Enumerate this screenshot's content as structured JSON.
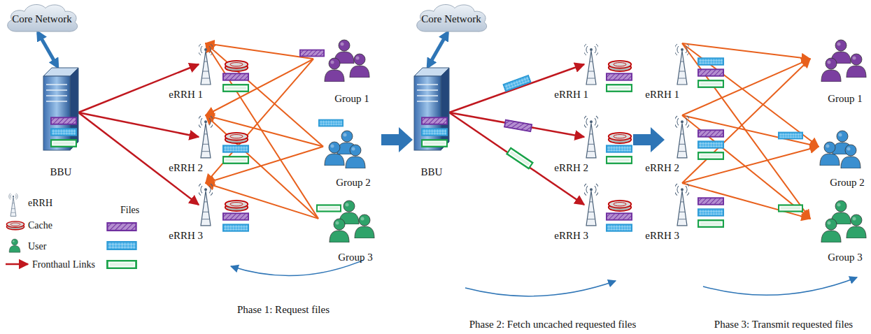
{
  "diagram": {
    "nodes": [
      {
        "text": [
          "Core Network"
        ]
      },
      {
        "text": [
          "BBU"
        ]
      },
      {
        "text": [
          "eRRH 1"
        ]
      },
      {
        "text": [
          "eRRH 2"
        ]
      },
      {
        "text": [
          "eRRH 3"
        ]
      },
      {
        "text": [
          "Group 1"
        ]
      },
      {
        "text": [
          "Group 2"
        ]
      },
      {
        "text": [
          "Group 3"
        ]
      },
      {
        "text": [
          "Core Network"
        ]
      },
      {
        "text": [
          "BBU"
        ]
      },
      {
        "text": [
          "eRRH 1"
        ]
      },
      {
        "text": [
          "eRRH 2"
        ]
      },
      {
        "text": [
          "eRRH 3"
        ]
      },
      {
        "text": [
          "eRRH 1"
        ]
      },
      {
        "text": [
          "eRRH 2"
        ]
      },
      {
        "text": [
          "eRRH 3"
        ]
      },
      {
        "text": [
          "Group 1"
        ]
      },
      {
        "text": [
          "Group 2"
        ]
      },
      {
        "text": [
          "Group 3"
        ]
      }
    ],
    "edges": [
      {
        "from": 0,
        "to": 1,
        "arrow": "both"
      },
      {
        "from": 1,
        "to": 2,
        "arrow": "to"
      },
      {
        "from": 1,
        "to": 3,
        "arrow": "to"
      },
      {
        "from": 1,
        "to": 4,
        "arrow": "to"
      },
      {
        "from": 5,
        "to": 2,
        "arrow": "to"
      },
      {
        "from": 5,
        "to": 3,
        "arrow": "to"
      },
      {
        "from": 5,
        "to": 4,
        "arrow": "to"
      },
      {
        "from": 6,
        "to": 2,
        "arrow": "to"
      },
      {
        "from": 6,
        "to": 3,
        "arrow": "to"
      },
      {
        "from": 6,
        "to": 4,
        "arrow": "to"
      },
      {
        "from": 7,
        "to": 2,
        "arrow": "to"
      },
      {
        "from": 7,
        "to": 3,
        "arrow": "to"
      },
      {
        "from": 7,
        "to": 4,
        "arrow": "to"
      },
      {
        "from": 8,
        "to": 9,
        "arrow": "both"
      },
      {
        "from": 9,
        "to": 10,
        "arrow": "to"
      },
      {
        "from": 9,
        "to": 11,
        "arrow": "to"
      },
      {
        "from": 9,
        "to": 12,
        "arrow": "to"
      },
      {
        "from": 13,
        "to": 16,
        "arrow": "to"
      },
      {
        "from": 13,
        "to": 17,
        "arrow": "to"
      },
      {
        "from": 13,
        "to": 18,
        "arrow": "to"
      },
      {
        "from": 14,
        "to": 16,
        "arrow": "to"
      },
      {
        "from": 14,
        "to": 17,
        "arrow": "to"
      },
      {
        "from": 14,
        "to": 18,
        "arrow": "to"
      },
      {
        "from": 15,
        "to": 16,
        "arrow": "to"
      },
      {
        "from": 15,
        "to": 17,
        "arrow": "to"
      },
      {
        "from": 15,
        "to": 18,
        "arrow": "to"
      }
    ],
    "labels": [
      "Phase 1: Request files",
      "Phase 2: Fetch uncached requested files",
      "Phase 3: Transmit requested files"
    ],
    "legend": [
      {
        "text": "eRRH"
      },
      {
        "text": "Cache"
      },
      {
        "text": "User"
      },
      {
        "text": "Fronthaul Links"
      },
      {
        "text": "Files"
      }
    ]
  }
}
